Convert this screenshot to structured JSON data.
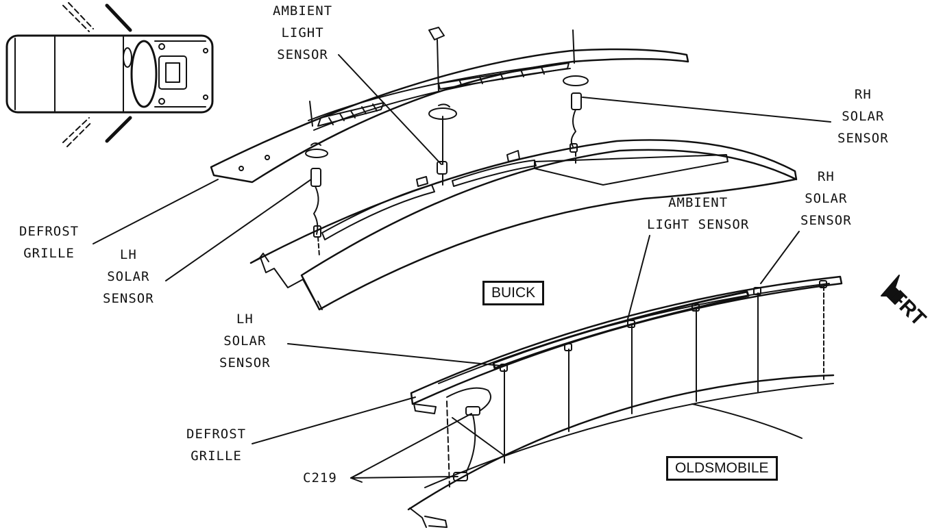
{
  "labels": {
    "ambient_top": [
      "AMBIENT",
      "LIGHT",
      "SENSOR"
    ],
    "rh_solar_top": [
      "RH",
      "SOLAR",
      "SENSOR"
    ],
    "defrost_top": [
      "DEFROST",
      "GRILLE"
    ],
    "lh_solar_top": [
      "LH",
      "SOLAR",
      "SENSOR"
    ],
    "ambient_bottom": [
      "AMBIENT",
      "LIGHT  SENSOR"
    ],
    "rh_solar_bottom": [
      "RH",
      "SOLAR",
      "SENSOR"
    ],
    "lh_solar_bottom": [
      "LH",
      "SOLAR",
      "SENSOR"
    ],
    "defrost_bottom": [
      "DEFROST",
      "GRILLE"
    ],
    "connector": "C219"
  },
  "boxes": {
    "buick": "BUICK",
    "oldsmobile": "OLDSMOBILE"
  },
  "direction": "FRT",
  "colors": {
    "line": "#111111",
    "background": "#ffffff"
  }
}
